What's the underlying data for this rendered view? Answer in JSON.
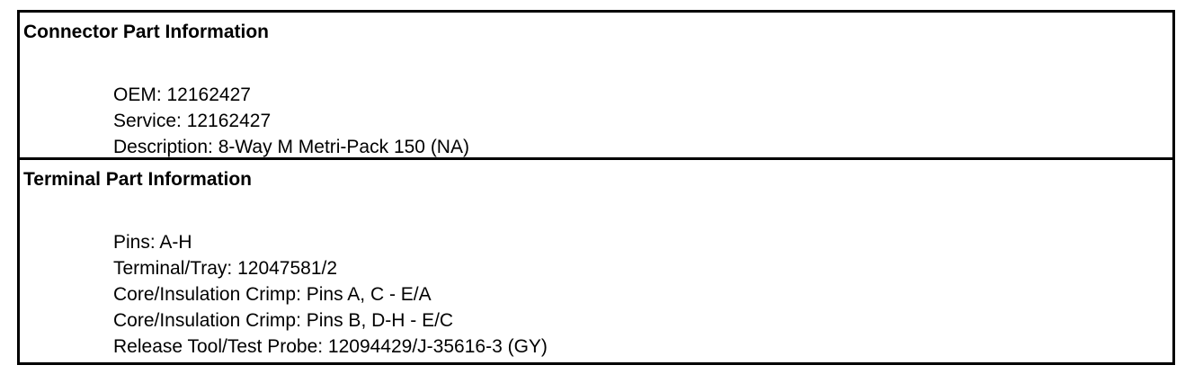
{
  "sections": [
    {
      "heading": "Connector Part Information",
      "lines": [
        "OEM: 12162427",
        "Service: 12162427",
        "Description: 8-Way M Metri-Pack 150 (NA)"
      ]
    },
    {
      "heading": "Terminal Part Information",
      "lines": [
        "Pins: A-H",
        "Terminal/Tray: 12047581/2",
        "Core/Insulation Crimp: Pins A, C - E/A",
        "Core/Insulation Crimp: Pins B, D-H - E/C",
        "Release Tool/Test Probe: 12094429/J-35616-3 (GY)"
      ]
    }
  ]
}
